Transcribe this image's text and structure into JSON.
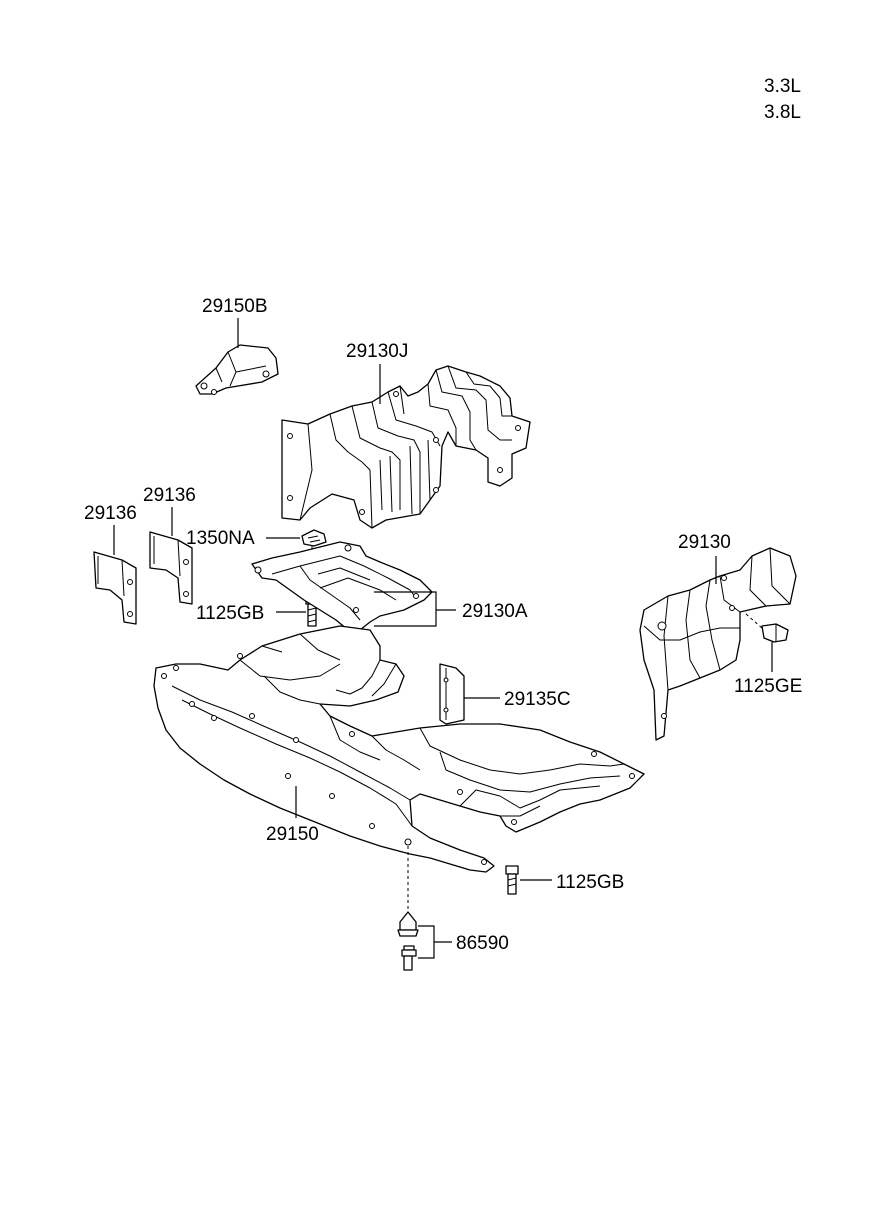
{
  "engine_variants": [
    "3.3L",
    "3.8L"
  ],
  "callouts": {
    "p29150B": "29150B",
    "p29130J": "29130J",
    "p29136_right": "29136",
    "p29136_left": "29136",
    "p1350NA": "1350NA",
    "p1125GB_upper": "1125GB",
    "p29130A": "29130A",
    "p29130": "29130",
    "p1125GE": "1125GE",
    "p29135C": "29135C",
    "p29150": "29150",
    "p1125GB_lower": "1125GB",
    "p86590": "86590"
  }
}
